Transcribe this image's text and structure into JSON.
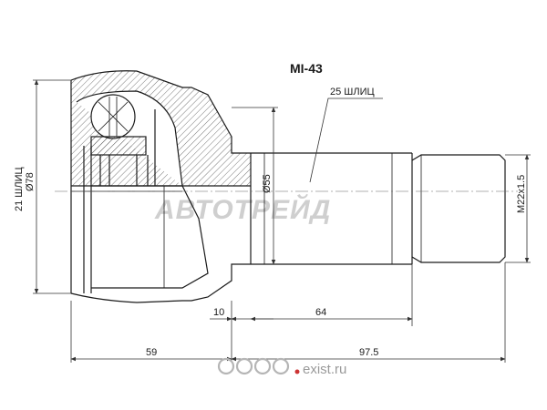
{
  "part_code": "MI-43",
  "dimensions": {
    "outer_splines": "25 ШЛИЦ",
    "inner_splines": "21 ШЛИЦ",
    "outer_diameter": "Ø78",
    "seal_diameter": "Ø55",
    "thread": "M22x1.5",
    "seal_offset": "10",
    "stem_length": "64",
    "body_length": "59",
    "total_stem": "97.5"
  },
  "watermarks": {
    "brand": "АВТОТРЕЙД",
    "site": "exist.ru"
  },
  "icons": {
    "watermark_logo": "exist-logo-icon"
  },
  "colors": {
    "line": "#1a1a1a",
    "hatch": "#555555",
    "dim_line": "#333333",
    "watermark": "#cfcfcf"
  }
}
